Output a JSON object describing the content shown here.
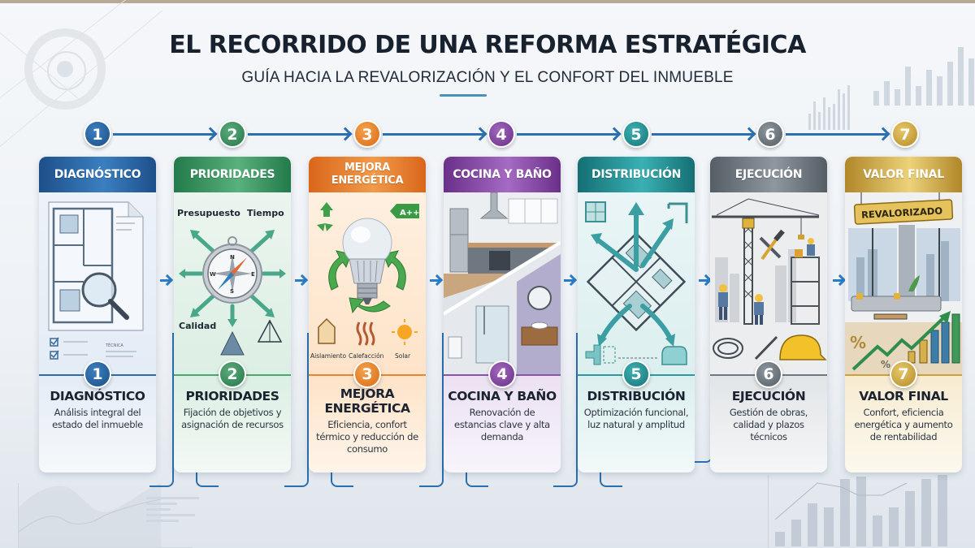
{
  "header": {
    "title": "EL RECORRIDO DE UNA REFORMA ESTRATÉGICA",
    "subtitle": "GUÍA HACIA LA REVALORIZACIÓN Y EL CONFORT DEL INMUEBLE"
  },
  "colors": {
    "connector": "#2a6fb0",
    "step1": "#1f5f9e",
    "step2": "#2e8b57",
    "step3": "#e37a24",
    "step4": "#7a3f98",
    "step5": "#1d8a8f",
    "step6": "#6b747c",
    "step7": "#c9a23a"
  },
  "steps": [
    {
      "number": "1",
      "header": "DIAGNÓSTICO",
      "title": "DIAGNÓSTICO",
      "description": "Análisis integral del estado del inmueble",
      "illustration": "floor-plan-with-magnifier",
      "labels": [
        "TÉCNICA"
      ]
    },
    {
      "number": "2",
      "header": "PRIORIDADES",
      "title": "PRIORIDADES",
      "description": "Fijación de objetivos y asignación de recursos",
      "illustration": "compass-with-arrows",
      "labels": [
        "Presupuesto",
        "Tiempo",
        "Calidad"
      ],
      "compass": [
        "N",
        "S",
        "E",
        "W"
      ]
    },
    {
      "number": "3",
      "header": "MEJORA ENERGÉTICA",
      "title": "MEJORA ENERGÉTICA",
      "description": "Eficiencia, confort térmico y reducción de consumo",
      "illustration": "led-bulb-recycling",
      "labels": [
        "Aislamiento",
        "Calefacción",
        "Solar"
      ],
      "energy_label": "A++"
    },
    {
      "number": "4",
      "header": "COCINA Y BAÑO",
      "title": "COCINA Y BAÑO",
      "description": "Renovación de estancias clave y alta demanda",
      "illustration": "kitchen-and-bathroom"
    },
    {
      "number": "5",
      "header": "DISTRIBUCIÓN",
      "title": "DISTRIBUCIÓN",
      "description": "Optimización funcional, luz natural y amplitud",
      "illustration": "rotated-floor-plan-arrows"
    },
    {
      "number": "6",
      "header": "EJECUCIÓN",
      "title": "EJECUCIÓN",
      "description": "Gestión de obras, calidad y plazos técnicos",
      "illustration": "construction-site-crane"
    },
    {
      "number": "7",
      "header": "VALOR FINAL",
      "title": "VALOR FINAL",
      "description": "Confort, eficiencia energética y aumento de rentabilidad",
      "illustration": "living-room-growth-chart",
      "labels": [
        "REVALORIZADO",
        "%",
        "%"
      ]
    }
  ]
}
